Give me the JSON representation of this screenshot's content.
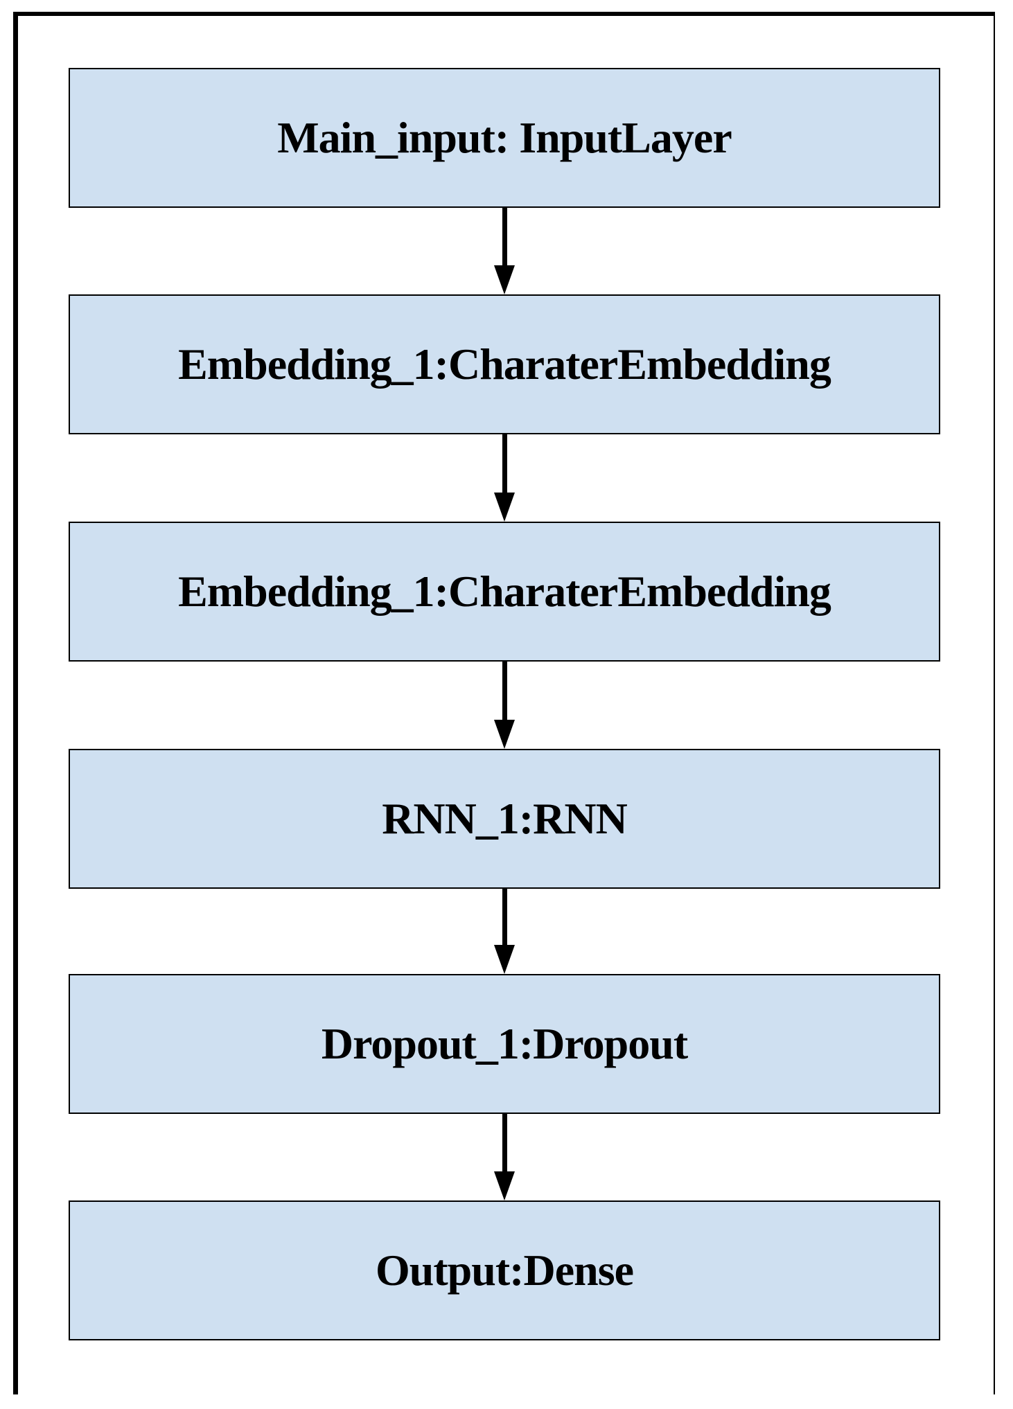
{
  "diagram": {
    "layers": [
      {
        "id": "main-input",
        "label": "Main_input: InputLayer"
      },
      {
        "id": "embedding-1a",
        "label": "Embedding_1:CharaterEmbedding"
      },
      {
        "id": "embedding-1b",
        "label": "Embedding_1:CharaterEmbedding"
      },
      {
        "id": "rnn-1",
        "label": "RNN_1:RNN"
      },
      {
        "id": "dropout-1",
        "label": "Dropout_1:Dropout"
      },
      {
        "id": "output",
        "label": "Output:Dense"
      }
    ],
    "connections": [
      {
        "from": 0,
        "to": 1
      },
      {
        "from": 1,
        "to": 2
      },
      {
        "from": 2,
        "to": 3
      },
      {
        "from": 3,
        "to": 4
      },
      {
        "from": 4,
        "to": 5
      }
    ],
    "colors": {
      "box_fill": "#cfe0f1",
      "box_border": "#000000",
      "arrow": "#000000",
      "frame_border": "#000000",
      "background": "#ffffff"
    }
  }
}
